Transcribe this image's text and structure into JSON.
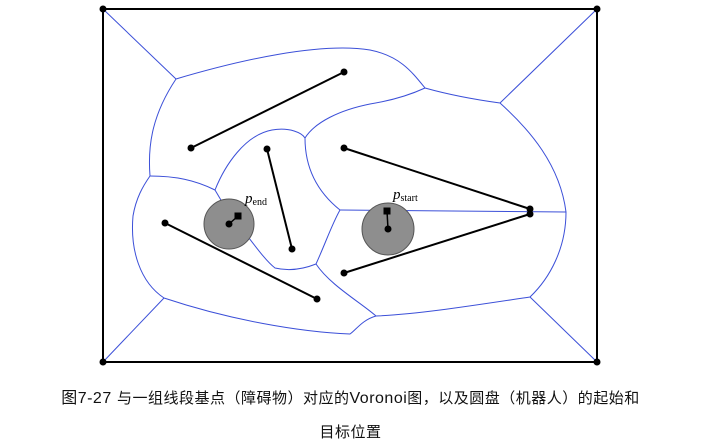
{
  "figure": {
    "labels": {
      "p_end": {
        "base": "p",
        "subscript": "end"
      },
      "p_start": {
        "base": "p",
        "subscript": "start"
      }
    },
    "colors": {
      "voronoi_edge": "#3b4fd8",
      "obstacle_segment": "#000000",
      "boundary": "#000000",
      "robot_disk_fill": "#8e8e8e",
      "robot_disk_stroke": "#555555"
    },
    "obstacle_count": 5,
    "robot_positions": [
      "start",
      "end"
    ]
  },
  "caption": {
    "figure_number": "图7-27",
    "line1_part1": "与一组线段基点（障碍物）对应的",
    "line1_latin": "Voronoi",
    "line1_part2": "图，以及圆盘（机器人）的起始和",
    "line2": "目标位置"
  }
}
